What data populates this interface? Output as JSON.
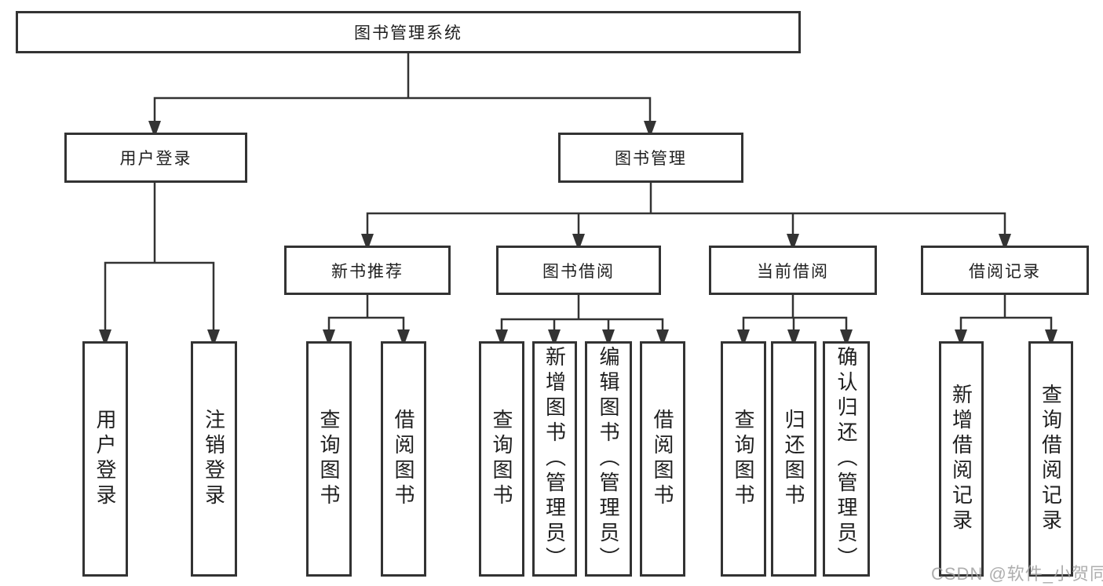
{
  "diagram": {
    "title": "图书管理系统",
    "branches": {
      "user_login": {
        "label": "用户登录",
        "children": {
          "login": "用户登录",
          "logout": "注销登录"
        }
      },
      "book_management": {
        "label": "图书管理",
        "sections": {
          "new_book": {
            "label": "新书推荐",
            "children": {
              "query": "查询图书",
              "borrow": "借阅图书"
            }
          },
          "borrowing": {
            "label": "图书借阅",
            "children": {
              "query": "查询图书",
              "add": "新增图书（管理员）",
              "edit": "编辑图书（管理员）",
              "borrow": "借阅图书"
            }
          },
          "current": {
            "label": "当前借阅",
            "children": {
              "query": "查询图书",
              "return": "归还图书",
              "confirm": "确认归还（管理员）"
            }
          },
          "records": {
            "label": "借阅记录",
            "children": {
              "add": "新增借阅记录",
              "query": "查询借阅记录"
            }
          }
        }
      }
    }
  },
  "watermark": "CSDN @软件_小贺同学",
  "colors": {
    "line": "#333333",
    "box_border": "#333333",
    "box_fill": "#ffffff",
    "text": "#1f1f1f",
    "watermark": "#a0a0a0"
  }
}
